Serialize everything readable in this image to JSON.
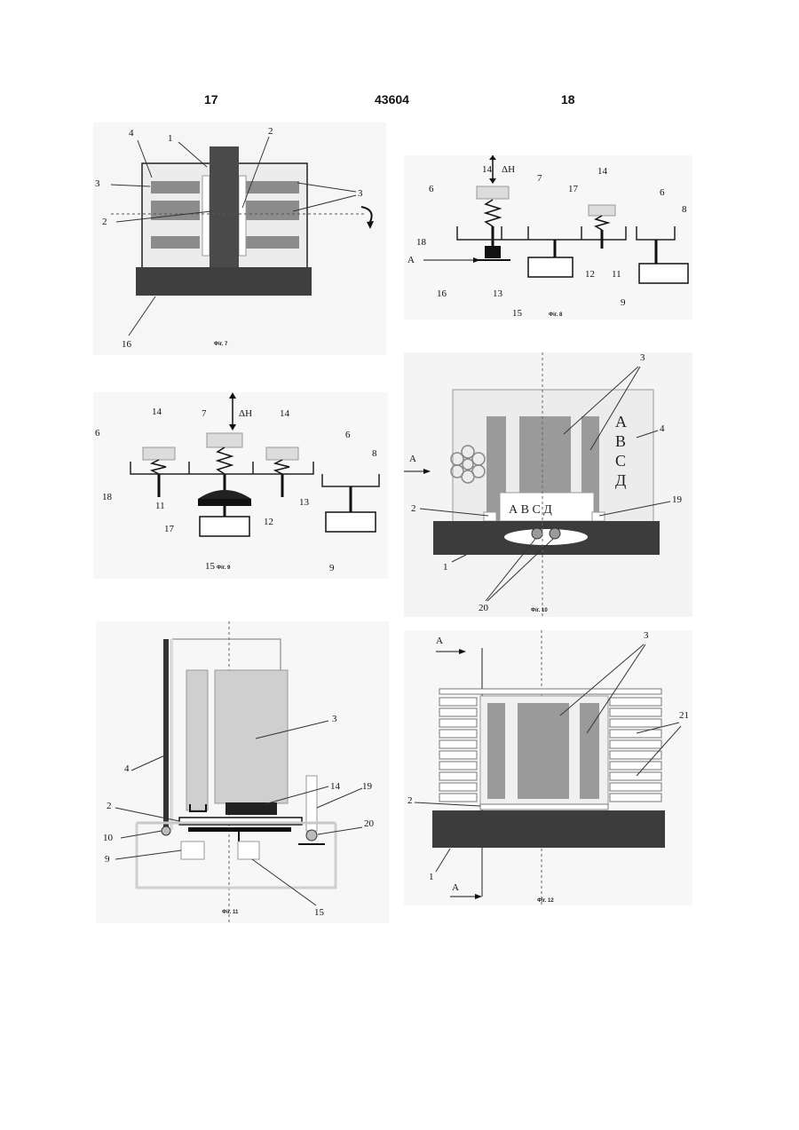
{
  "header": {
    "left_page": "17",
    "patent_number": "43604",
    "right_page": "18"
  },
  "fig7": {
    "caption": "Фiг. 7",
    "labels": [
      "1",
      "2",
      "3",
      "4",
      "2",
      "3",
      "3",
      "16"
    ]
  },
  "fig8": {
    "caption": "Фiг. 8",
    "dh": "ΔH",
    "a": "A",
    "labels": [
      "14",
      "14",
      "7",
      "17",
      "6",
      "6",
      "8",
      "18",
      "11",
      "16",
      "13",
      "12",
      "15",
      "9"
    ]
  },
  "fig9": {
    "caption": "Фiг. 9",
    "dh": "ΔH",
    "labels": [
      "14",
      "14",
      "7",
      "6",
      "6",
      "8",
      "18",
      "11",
      "13",
      "12",
      "17",
      "15",
      "9"
    ]
  },
  "fig10": {
    "caption": "Фiг. 10",
    "a": "A",
    "letters_vertical": [
      "А",
      "В",
      "С",
      "Д"
    ],
    "letters_row": "А В С Д",
    "labels": [
      "3",
      "4",
      "2",
      "19",
      "1",
      "20"
    ]
  },
  "fig11": {
    "caption": "Фiг. 11",
    "labels": [
      "3",
      "4",
      "14",
      "19",
      "2",
      "10",
      "20",
      "9",
      "15"
    ]
  },
  "fig12": {
    "caption": "Фiг. 12",
    "a_top": "A",
    "a_bottom": "A",
    "labels": [
      "3",
      "21",
      "2",
      "1"
    ]
  }
}
